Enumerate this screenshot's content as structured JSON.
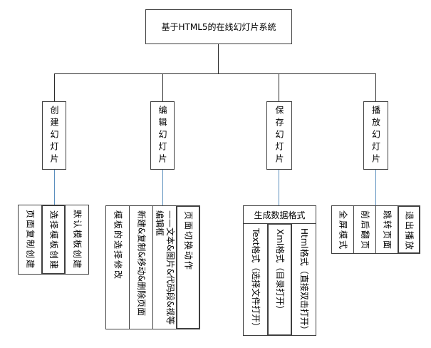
{
  "title": "基于HTML5的在线幻灯片系统",
  "branches": [
    {
      "label": "创建幻灯片",
      "leaves": [
        {
          "label": "页面复制创建"
        },
        {
          "label": "选择模板创建",
          "emphasis": true
        },
        {
          "label": "默认模板创建"
        }
      ]
    },
    {
      "label": "编辑幻灯片",
      "leaves": [
        {
          "label": "模板的选择修改"
        },
        {
          "label": "新建&复制&移动&删除页面"
        },
        {
          "label": "——文本&图片&代码段&视等\n编辑框"
        },
        {
          "label": "页面切换动作",
          "emphasis": true
        }
      ]
    },
    {
      "label": "保存幻灯片",
      "header": "生成数据格式",
      "leaves": [
        {
          "label": "Text格式（选择文件打开）"
        },
        {
          "label": "Xml格式（目录打开）",
          "emphasis": true
        },
        {
          "label": "Html格式（直接双击打开）"
        }
      ]
    },
    {
      "label": "播放幻灯片",
      "leaves": [
        {
          "label": "全屏模式"
        },
        {
          "label": "前后翻页"
        },
        {
          "label": "跳转页面"
        },
        {
          "label": "退出播放",
          "emphasis": true
        }
      ]
    }
  ],
  "colors": {
    "box_border": "#3f3f3f",
    "connector": "#2b2b2b",
    "connector_blue": "#5b8fbe",
    "canvas_bg": "#ffffff"
  }
}
